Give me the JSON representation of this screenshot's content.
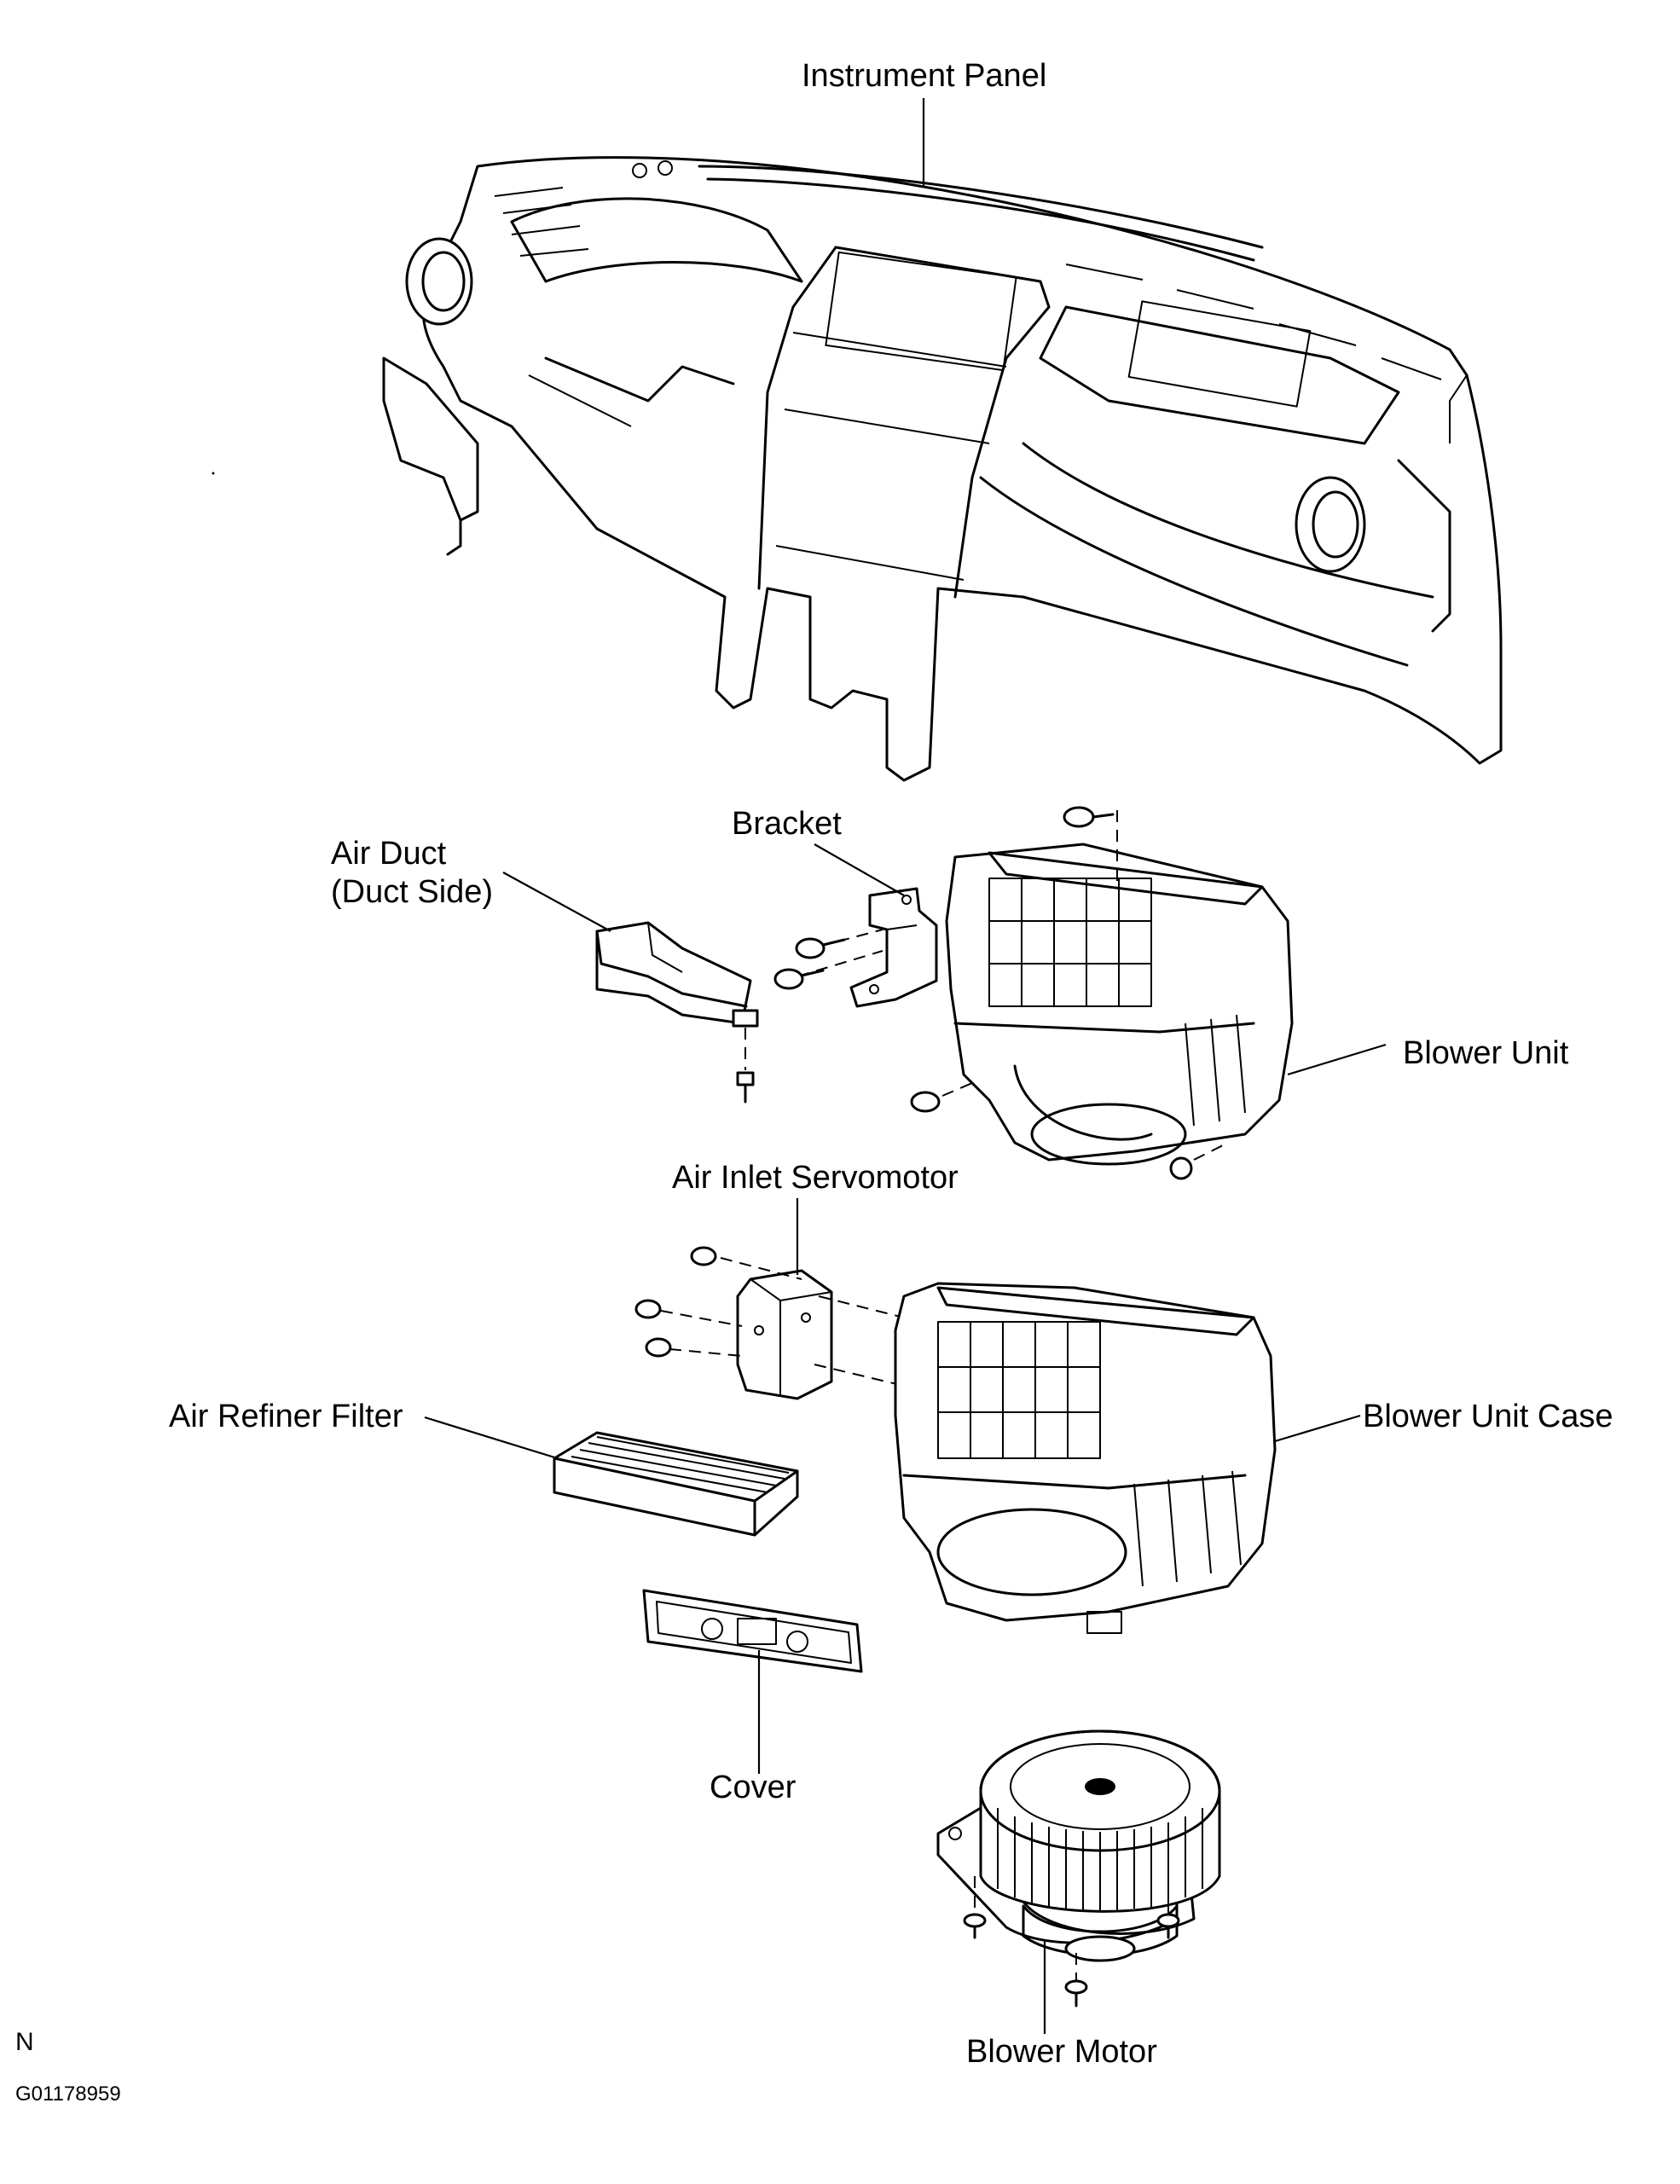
{
  "labels": {
    "instrument_panel": "Instrument Panel",
    "bracket": "Bracket",
    "air_duct_line1": "Air Duct",
    "air_duct_line2": "(Duct Side)",
    "blower_unit": "Blower Unit",
    "air_inlet_servomotor": "Air Inlet Servomotor",
    "air_refiner_filter": "Air Refiner Filter",
    "blower_unit_case": "Blower Unit Case",
    "cover": "Cover",
    "blower_motor": "Blower Motor"
  },
  "corner": {
    "n_mark": "N",
    "figure_code": "G01178959"
  }
}
